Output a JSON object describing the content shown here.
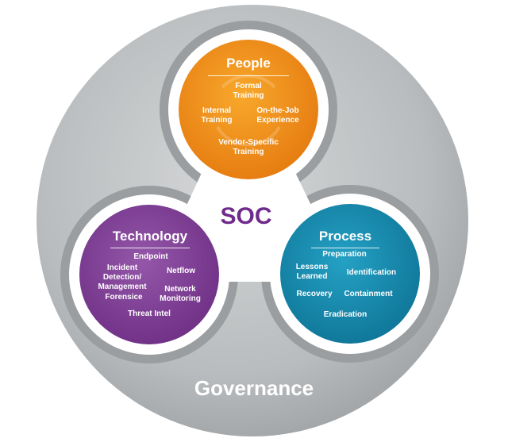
{
  "colors": {
    "people": "#f08a17",
    "technology": "#7e3d92",
    "process": "#1888ad",
    "soc_text": "#6f2b8c",
    "governance_bg": "#b9bcbe"
  },
  "center": {
    "label": "SOC"
  },
  "outer": {
    "label": "Governance"
  },
  "people": {
    "title": "People",
    "items": [
      "Formal\nTraining",
      "Internal\nTraining",
      "On-the-Job\nExperience",
      "Vendor-Specific\nTraining"
    ]
  },
  "technology": {
    "title": "Technology",
    "items": [
      "Endpoint",
      "Incident\nDetection/\nManagement",
      "Netflow",
      "Network\nMonitoring",
      "Forensice",
      "Threat Intel"
    ]
  },
  "process": {
    "title": "Process",
    "items": [
      "Preparation",
      "Lessons\nLearned",
      "Identification",
      "Recovery",
      "Containment",
      "Eradication"
    ]
  }
}
